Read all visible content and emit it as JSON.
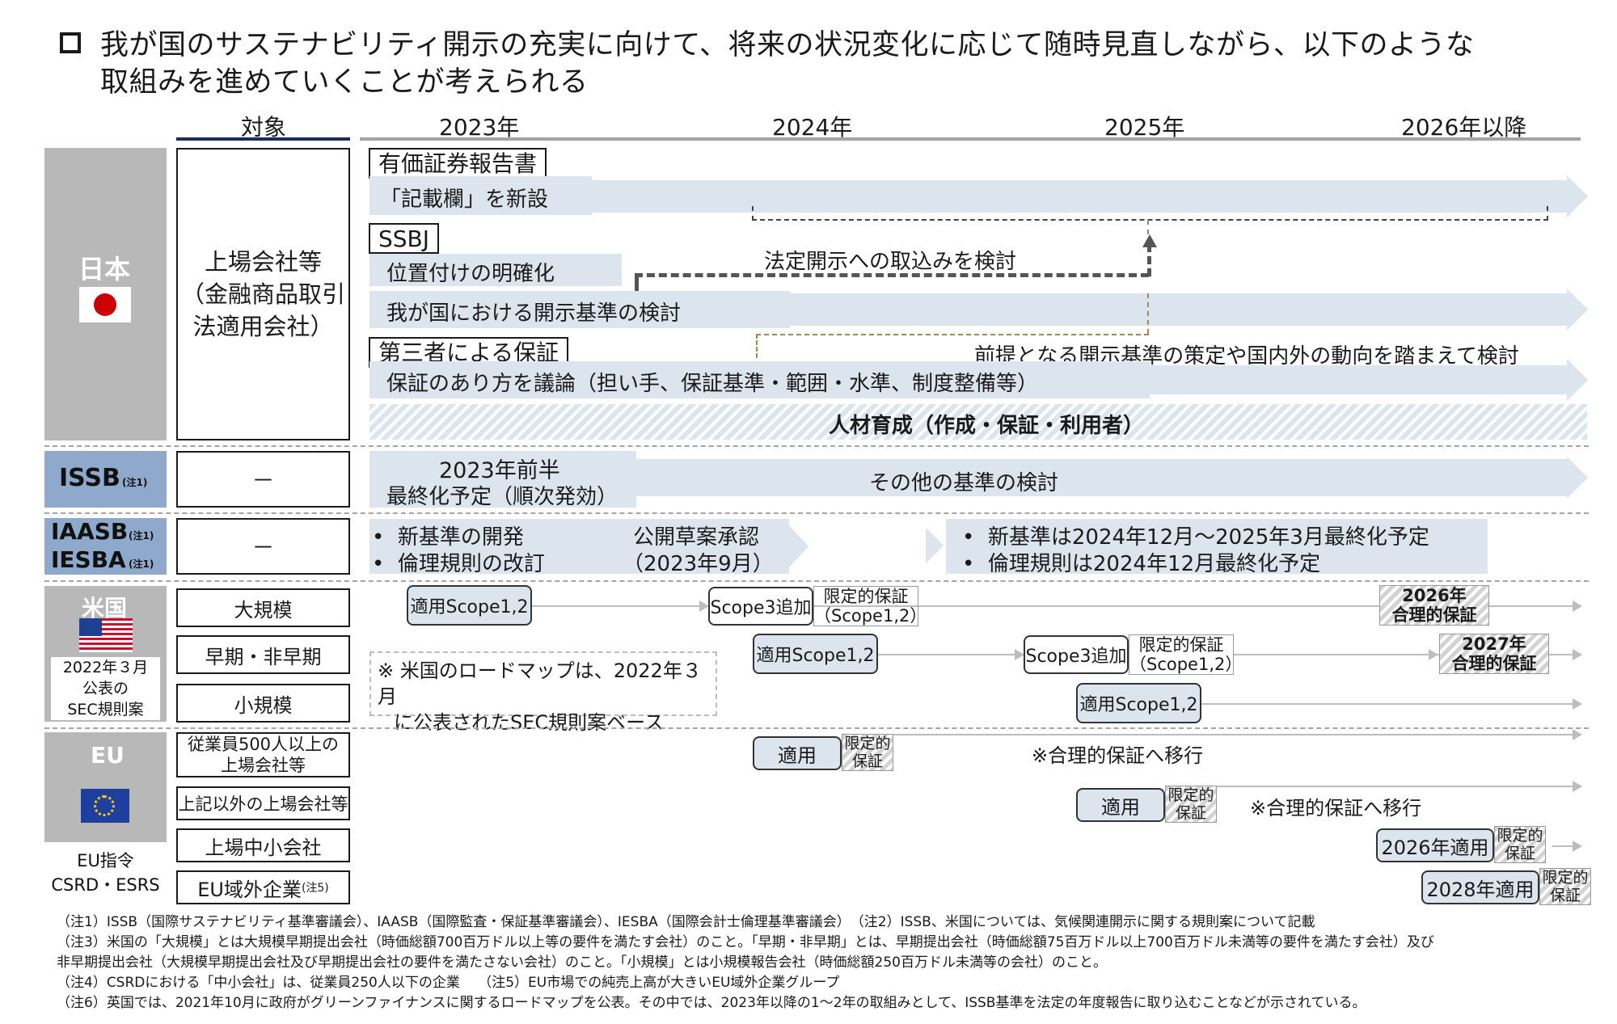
{
  "title": {
    "line1": "我が国のサステナビリティ開示の充実に向けて、将来の状況変化に応じて随時見直しながら、以下のような",
    "line2": "取組みを進めていくことが考えられる"
  },
  "columns": {
    "target": "対象",
    "years": [
      "2023年",
      "2024年",
      "2025年",
      "2026年以降"
    ]
  },
  "japan": {
    "label": "日本",
    "target_line1": "上場会社等",
    "target_line2": "（金融商品取引",
    "target_line3": "法適用会社）",
    "sec1_tag": "有価証券報告書",
    "sec1_bar": "「記載欄」を新設",
    "sec2_tag": "SSBJ",
    "sec2_bar1": "位置付けの明確化",
    "sec2_note": "法定開示への取込みを検討",
    "sec2_bar2": "我が国における開示基準の検討",
    "sec3_tag": "第三者による保証",
    "sec3_note": "前提となる開示基準の策定や国内外の動向を踏まえて検討",
    "sec3_bar": "保証のあり方を議論（担い手、保証基準・範囲・水準、制度整備等）",
    "hr_bar": "人材育成（作成・保証・利用者）"
  },
  "issb": {
    "label": "ISSB",
    "note": "(注1)",
    "target": "－",
    "bar1_line1": "2023年前半",
    "bar1_line2": "最終化予定（順次発効）",
    "bar2": "その他の基準の検討"
  },
  "iaasb": {
    "label1": "IAASB",
    "label2": "IESBA",
    "note": "(注1)",
    "target": "－",
    "b1": "新基準の開発",
    "b2": "倫理規則の改訂",
    "mid1": "公開草案承認",
    "mid2": "（2023年9月）",
    "r1": "新基準は2024年12月～2025年3月最終化予定",
    "r2": "倫理規則は2024年12月最終化予定"
  },
  "us": {
    "label": "米国",
    "sub1": "2022年３月",
    "sub2": "公表の",
    "sub3": "SEC規則案",
    "rows": [
      "大規模",
      "早期・非早期",
      "小規模"
    ],
    "apply_scope12": "適用Scope1,2",
    "scope3_add": "Scope3追加",
    "limited1": "限定的保証",
    "limited2": "（Scope1,2）",
    "y2026_1": "2026年",
    "y2026_2": "合理的保証",
    "y2027_1": "2027年",
    "y2027_2": "合理的保証",
    "note_line1": "※ 米国のロードマップは、2022年３月",
    "note_line2": "に公表されたSEC規則案ベース"
  },
  "eu": {
    "label": "EU",
    "sub1": "EU指令",
    "sub2": "CSRD・ESRS",
    "rows": [
      "従業員500人以上の",
      "上場会社等",
      "上記以外の上場会社等",
      "上場中小会社",
      "EU域外企業",
      "(注5)"
    ],
    "apply": "適用",
    "limited_a": "限定的",
    "limited_b": "保証",
    "move": "※合理的保証へ移行",
    "apply2026": "2026年適用",
    "apply2028": "2028年適用"
  },
  "footnotes": [
    "（注1）ISSB（国際サステナビリティ基準審議会）、IAASB（国際監査・保証基準審議会）、IESBA（国際会計士倫理基準審議会）　（注2）ISSB、米国については、気候関連開示に関する規則案について記載",
    "（注3）米国の「大規模」とは大規模早期提出会社（時価総額700百万ドル以上等の要件を満たす会社）のこと。「早期・非早期」とは、早期提出会社（時価総額75百万ドル以上700百万ドル未満等の要件を満たす会社）及び",
    "非早期提出会社（大規模早期提出会社及び早期提出会社の要件を満たさない会社）のこと。「小規模」とは小規模報告会社（時価総額250百万ドル未満等の会社）のこと。",
    "（注4）CSRDにおける「中小会社」は、従業員250人以下の企業　 （注5）EU市場での純売上高が大きいEU域外企業グループ",
    "（注6）英国では、2021年10月に政府がグリーンファイナンスに関するロードマップを公表。その中では、2023年以降の1～2年の取組みとして、ISSB基準を法定の年度報告に取り込むことなどが示されている。"
  ],
  "colors": {
    "bar": "#dce4ee",
    "region_grey": "#b8b8b8",
    "region_blue": "#8ea9cb",
    "navy": "#1f2d52",
    "japan_red": "#cc0000",
    "eu_blue": "#1f3f9f",
    "eu_star": "#ffcc00"
  },
  "icons": [
    "japan-flag-icon",
    "us-flag-icon",
    "eu-flag-icon",
    "square-bullet-icon"
  ]
}
